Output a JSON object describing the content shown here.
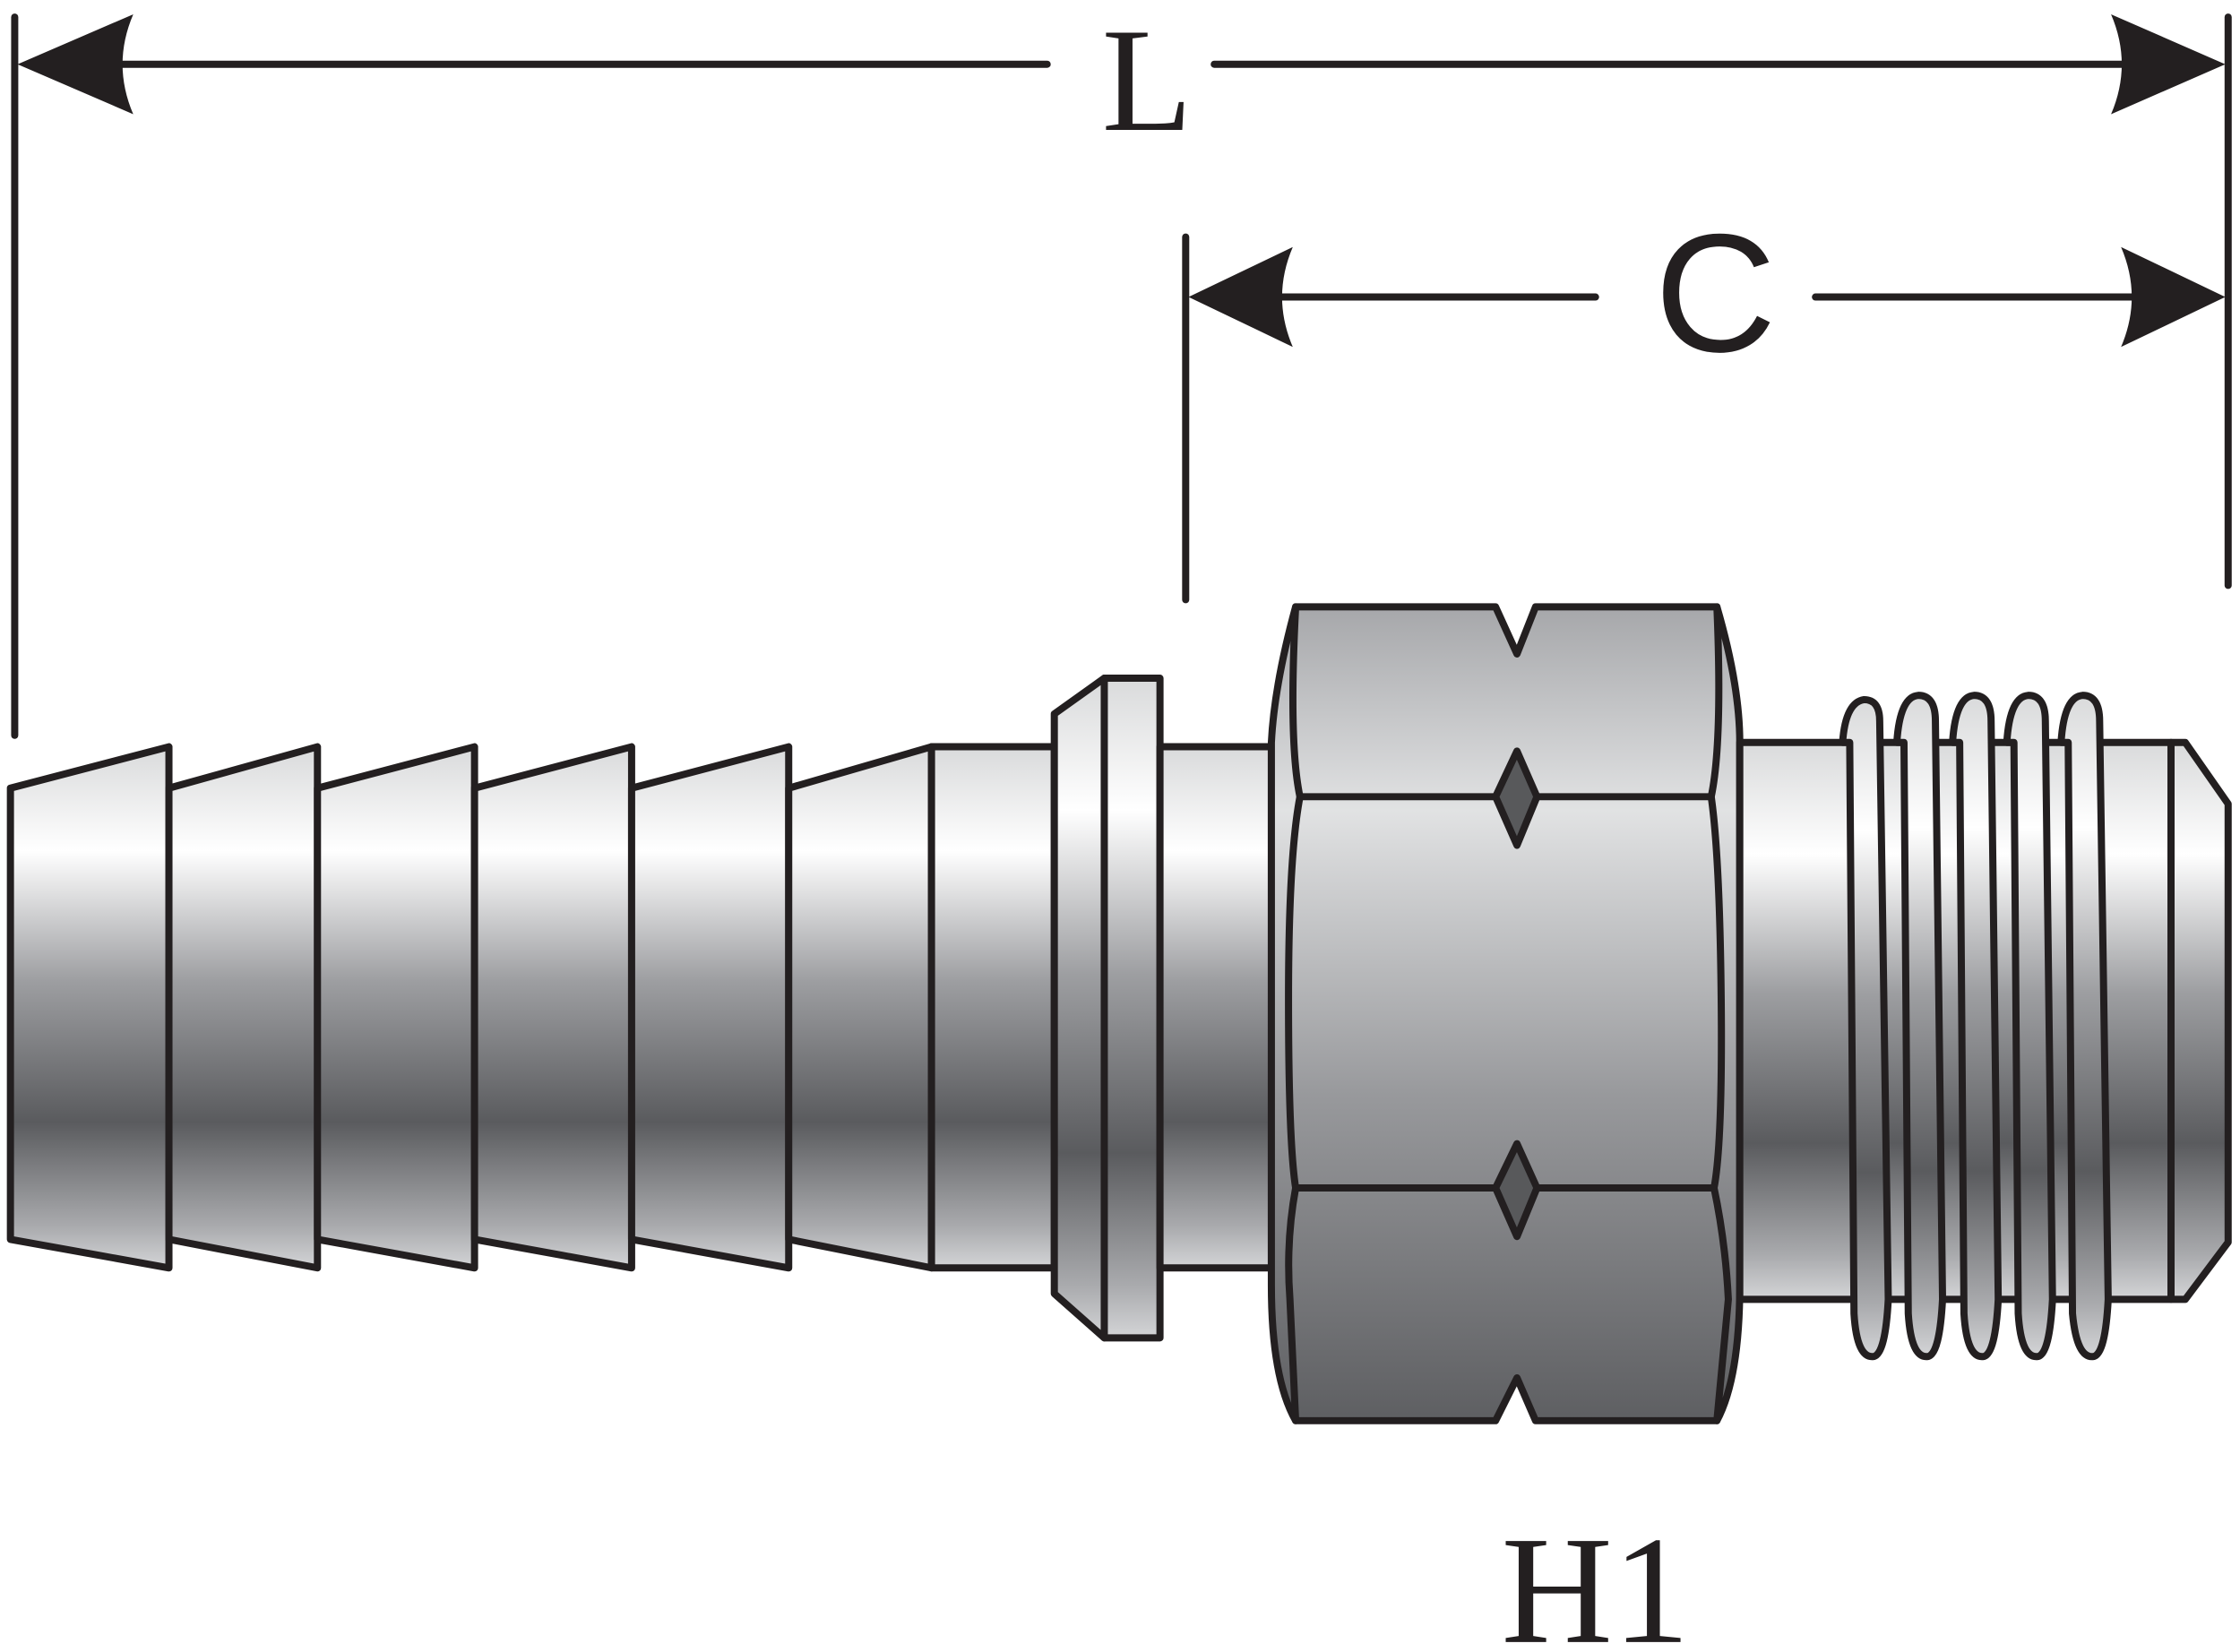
{
  "diagram": {
    "dimensions": {
      "overall_length_label": "L",
      "cut_off_label": "C",
      "hex_label": "H1"
    },
    "colors": {
      "outline": "#231f20",
      "metal_light": "#ffffff",
      "metal_mid": "#a7a9ac",
      "metal_dark": "#58595b"
    }
  }
}
